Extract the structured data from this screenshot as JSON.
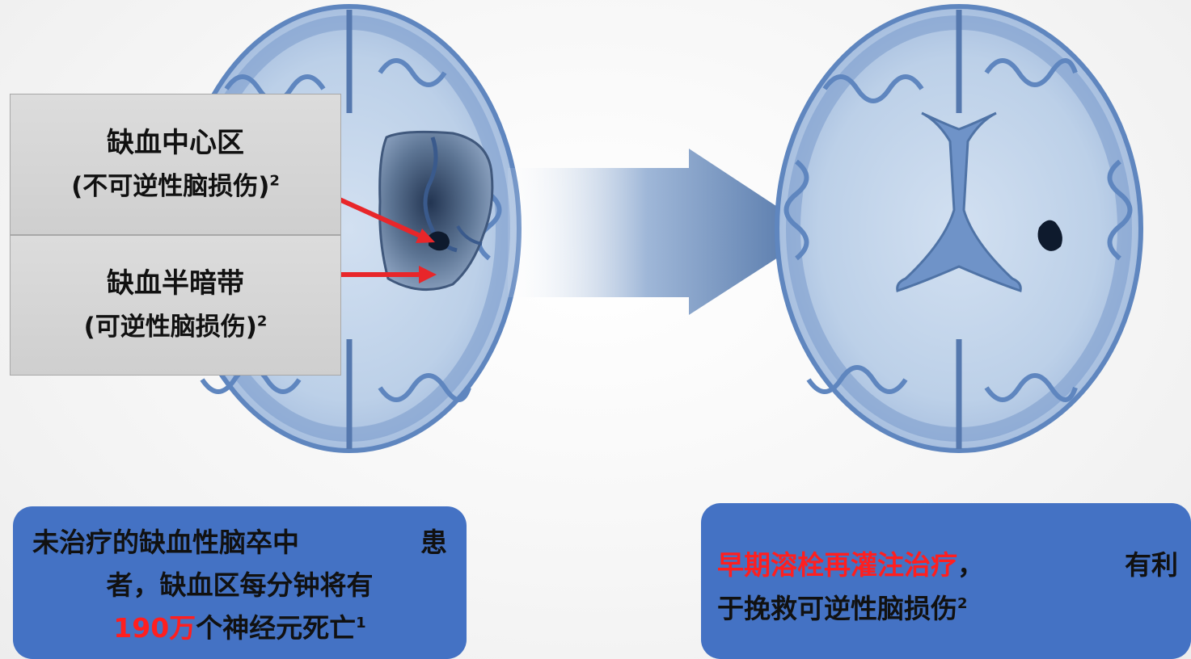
{
  "core_label": {
    "line1": "缺血中心区",
    "line2": "(不可逆性脑损伤)",
    "ref": "2"
  },
  "penumbra_label": {
    "line1": "缺血半暗带",
    "line2": "(可逆性脑损伤)",
    "ref": "2"
  },
  "left_note": {
    "part1": "未治疗的缺血性脑卒中",
    "part2": "患",
    "part3": "者，缺血区每分钟将有",
    "highlight": "190万",
    "part4": "个神经元死亡",
    "ref": "1"
  },
  "right_note": {
    "highlight": "早期溶栓再灌注治疗",
    "comma": "，",
    "part1": "有利",
    "part2": "于挽救可逆性脑损伤",
    "ref": "2"
  },
  "colors": {
    "box_blue": "#4472c4",
    "highlight_red": "#ff1f1f",
    "arrow_red": "#e8262a",
    "brain_fill": "#b8cde6",
    "brain_edge": "#5f86bf",
    "infarct_dark": "#0e1a2d"
  },
  "icons": {
    "arrow": "big-right-arrow-icon",
    "pointer": "red-pointer-arrow-icon"
  }
}
